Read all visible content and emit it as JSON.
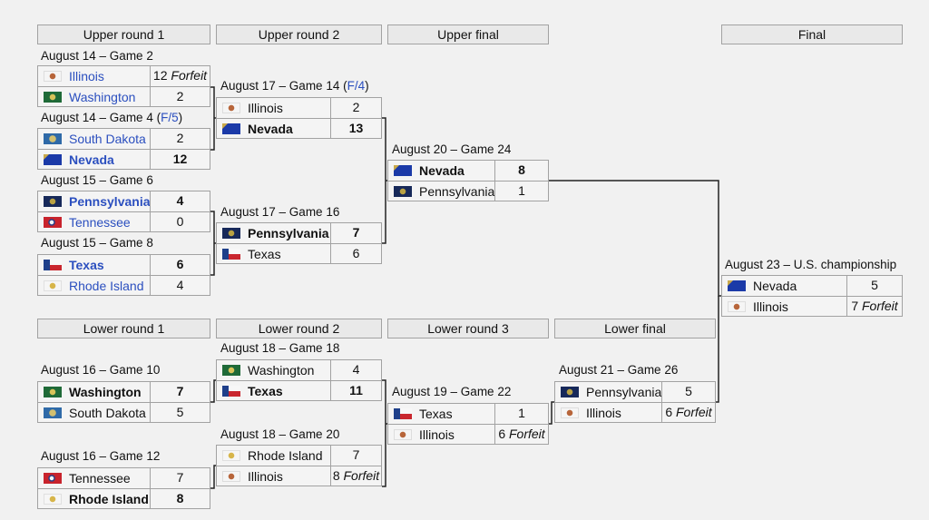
{
  "round_headers": {
    "upper_round_1": "Upper round 1",
    "upper_round_2": "Upper round 2",
    "upper_final": "Upper final",
    "final": "Final",
    "lower_round_1": "Lower round 1",
    "lower_round_2": "Lower round 2",
    "lower_round_3": "Lower round 3",
    "lower_final": "Lower final"
  },
  "games": {
    "ur1_g2": {
      "label": "August 14 – Game 2",
      "t1": {
        "name": "Illinois",
        "score": "12",
        "note": "Forfeit",
        "flag": "illinois"
      },
      "t2": {
        "name": "Washington",
        "score": "2",
        "flag": "washington"
      }
    },
    "ur1_g4": {
      "label": "August 14 – Game 4 (",
      "label_link": "F/5",
      "label_end": ")",
      "t1": {
        "name": "South Dakota",
        "score": "2",
        "flag": "south-dakota"
      },
      "t2": {
        "name": "Nevada",
        "score": "12",
        "flag": "nevada"
      }
    },
    "ur1_g6": {
      "label": "August 15 – Game 6",
      "t1": {
        "name": "Pennsylvania",
        "score": "4",
        "flag": "pennsylvania"
      },
      "t2": {
        "name": "Tennessee",
        "score": "0",
        "flag": "tennessee"
      }
    },
    "ur1_g8": {
      "label": "August 15 – Game 8",
      "t1": {
        "name": "Texas",
        "score": "6",
        "flag": "texas"
      },
      "t2": {
        "name": "Rhode Island",
        "score": "4",
        "flag": "rhode-island"
      }
    },
    "ur2_g14": {
      "label": "August 17 – Game 14 (",
      "label_link": "F/4",
      "label_end": ")",
      "t1": {
        "name": "Illinois",
        "score": "2",
        "flag": "illinois"
      },
      "t2": {
        "name": "Nevada",
        "score": "13",
        "flag": "nevada"
      }
    },
    "ur2_g16": {
      "label": "August 17 – Game 16",
      "t1": {
        "name": "Pennsylvania",
        "score": "7",
        "flag": "pennsylvania"
      },
      "t2": {
        "name": "Texas",
        "score": "6",
        "flag": "texas"
      }
    },
    "uf_g24": {
      "label": "August 20 – Game 24",
      "t1": {
        "name": "Nevada",
        "score": "8",
        "flag": "nevada"
      },
      "t2": {
        "name": "Pennsylvania",
        "score": "1",
        "flag": "pennsylvania"
      }
    },
    "final": {
      "label": "August 23 – U.S. championship",
      "t1": {
        "name": "Nevada",
        "score": "5",
        "flag": "nevada"
      },
      "t2": {
        "name": "Illinois",
        "score": "7",
        "note": "Forfeit",
        "flag": "illinois"
      }
    },
    "lr1_g10": {
      "label": "August 16 – Game 10",
      "t1": {
        "name": "Washington",
        "score": "7",
        "flag": "washington"
      },
      "t2": {
        "name": "South Dakota",
        "score": "5",
        "flag": "south-dakota"
      }
    },
    "lr1_g12": {
      "label": "August 16 – Game 12",
      "t1": {
        "name": "Tennessee",
        "score": "7",
        "flag": "tennessee"
      },
      "t2": {
        "name": "Rhode Island",
        "score": "8",
        "flag": "rhode-island"
      }
    },
    "lr2_g18": {
      "label": "August 18 – Game 18",
      "t1": {
        "name": "Washington",
        "score": "4",
        "flag": "washington"
      },
      "t2": {
        "name": "Texas",
        "score": "11",
        "flag": "texas"
      }
    },
    "lr2_g20": {
      "label": "August 18 – Game 20",
      "t1": {
        "name": "Rhode Island",
        "score": "7",
        "flag": "rhode-island"
      },
      "t2": {
        "name": "Illinois",
        "score": "8",
        "note": "Forfeit",
        "flag": "illinois"
      }
    },
    "lr3_g22": {
      "label": "August 19 – Game 22",
      "t1": {
        "name": "Texas",
        "score": "1",
        "flag": "texas"
      },
      "t2": {
        "name": "Illinois",
        "score": "6",
        "note": "Forfeit",
        "flag": "illinois"
      }
    },
    "lf_g26": {
      "label": "August 21 – Game 26",
      "t1": {
        "name": "Pennsylvania",
        "score": "5",
        "flag": "pennsylvania"
      },
      "t2": {
        "name": "Illinois",
        "score": "6",
        "note": "Forfeit",
        "flag": "illinois"
      }
    }
  }
}
